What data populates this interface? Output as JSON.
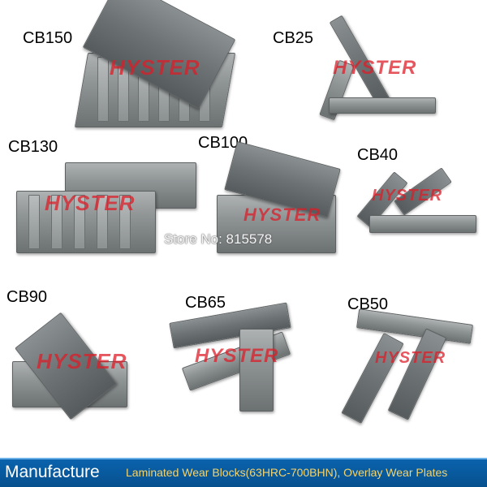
{
  "labels": {
    "cb150": "CB150",
    "cb25": "CB25",
    "cb130": "CB130",
    "cb100": "CB100",
    "cb40": "CB40",
    "cb90": "CB90",
    "cb65": "CB65",
    "cb50": "CB50"
  },
  "watermark": "HYSTER",
  "store_text": "Store No: 815578",
  "footer": {
    "left": "Manufacture",
    "right": "Laminated Wear Blocks(63HRC-700BHN), Overlay Wear Plates"
  },
  "colors": {
    "footer_bg": "#0a63ad",
    "footer_right_text": "#f5d36b",
    "watermark": "#dc1e28"
  }
}
